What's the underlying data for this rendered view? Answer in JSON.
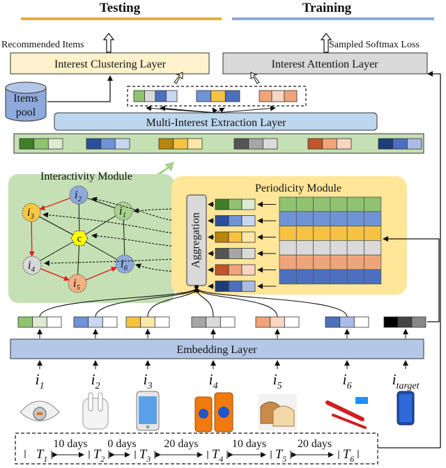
{
  "header": {
    "testing": "Testing",
    "training": "Training"
  },
  "top": {
    "recommended_items": "Recommended Items",
    "sampled_softmax_loss": "Sampled Softmax Loss"
  },
  "layers": {
    "interest_clustering": "Interest Clustering Layer",
    "interest_attention": "Interest Attention Layer",
    "multi_interest_extraction": "Multi-Interest Extraction Layer",
    "embedding": "Embedding Layer",
    "aggregation": "Aggregation"
  },
  "items_pool": {
    "line1": "Items",
    "line2": "pool"
  },
  "modules": {
    "interactivity": "Interactivity Module",
    "periodicity": "Periodicity Module"
  },
  "graph_nodes": {
    "n1": {
      "base": "i",
      "sub": "1"
    },
    "n2": {
      "base": "i",
      "sub": "2"
    },
    "n3": {
      "base": "i",
      "sub": "3"
    },
    "n4": {
      "base": "i",
      "sub": "4"
    },
    "n5": {
      "base": "i",
      "sub": "5"
    },
    "n6": {
      "base": "i",
      "sub": "6"
    },
    "center": "c"
  },
  "items": [
    {
      "base": "i",
      "sub": "1",
      "picture": "face-mask"
    },
    {
      "base": "i",
      "sub": "2",
      "picture": "earbuds"
    },
    {
      "base": "i",
      "sub": "3",
      "picture": "phone"
    },
    {
      "base": "i",
      "sub": "4",
      "picture": "detergent"
    },
    {
      "base": "i",
      "sub": "5",
      "picture": "bread"
    },
    {
      "base": "i",
      "sub": "6",
      "picture": "toothbrush"
    },
    {
      "base": "i",
      "sub": "target",
      "picture": "blue-phone"
    }
  ],
  "timeline": {
    "labels": [
      {
        "base": "T",
        "sub": "1"
      },
      {
        "base": "T",
        "sub": "2"
      },
      {
        "base": "T",
        "sub": "3"
      },
      {
        "base": "T",
        "sub": "4"
      },
      {
        "base": "T",
        "sub": "5"
      },
      {
        "base": "T",
        "sub": "6"
      }
    ],
    "intervals": [
      "10 days",
      "0 days",
      "20 days",
      "10 days",
      "20 days"
    ]
  },
  "colors": {
    "green": [
      "#3f7f28",
      "#8fc36f",
      "#dcebd1"
    ],
    "blue": [
      "#2b4f9a",
      "#6f93d6",
      "#c9d6f0"
    ],
    "yellow": [
      "#b8860b",
      "#f5c242",
      "#fbe7a8"
    ],
    "gray": [
      "#555555",
      "#a6a6a6",
      "#dadada"
    ],
    "orange": [
      "#c0562a",
      "#f0a479",
      "#f8d6c2"
    ],
    "navy": [
      "#1f3d7a",
      "#4d6fbf",
      "#a9bce6"
    ],
    "black": [
      "#000000",
      "#444444",
      "#888888"
    ],
    "node_yellow": "#f7c843",
    "node_gray": "#d9d9d9",
    "node_blue": "#8ea9db",
    "node_green": "#a9d18e",
    "node_pink": "#f4b183",
    "center_yellow": "#ffff00",
    "interactivity_bg": "#c5e0b4",
    "periodicity_bg": "#ffe699",
    "clustering_bg": "#fff2cc",
    "attention_bg": "#d9d9d9",
    "embedding_bg": "#b4c7e7",
    "extraction_bg": "#bdd7ee",
    "red_edge": "#e02020"
  }
}
